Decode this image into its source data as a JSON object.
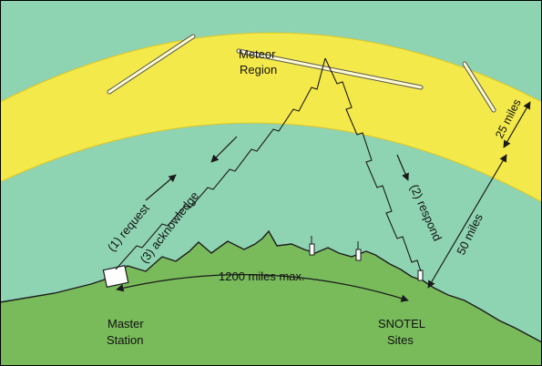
{
  "colors": {
    "sky": "#8fd4b2",
    "meteor_band": "#f4e94a",
    "band_edge": "#d8c62c",
    "earth": "#79bb5b",
    "earth_edge": "#1c1c1c",
    "line": "#1a1a1a",
    "frame": "#000000"
  },
  "labels": {
    "meteor_line1": "Meteor",
    "meteor_line2": "Region",
    "request": "(1)  request",
    "acknowledge": "(3)  acknowledge",
    "respond": "(2)  respond",
    "fifty_miles": "50 miles",
    "twentyfive_miles": "25 miles",
    "range": "1200 miles max.",
    "master_line1": "Master",
    "master_line2": "Station",
    "snotel_line1": "SNOTEL",
    "snotel_line2": "Sites"
  }
}
